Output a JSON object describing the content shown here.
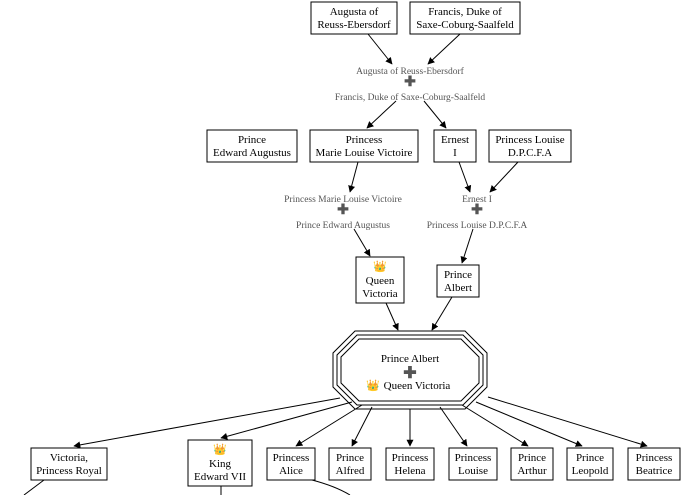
{
  "persons": {
    "augusta": [
      "Augusta of",
      "Reuss-Ebersdorf"
    ],
    "francis": [
      "Francis, Duke of",
      "Saxe-Coburg-Saalfeld"
    ],
    "edward_augustus": [
      "Prince",
      "Edward Augustus"
    ],
    "marie_louise": [
      "Princess",
      "Marie Louise Victoire"
    ],
    "ernest": [
      "Ernest",
      "I"
    ],
    "louise_dpcfa": [
      "Princess Louise",
      "D.P.C.F.A"
    ],
    "victoria": [
      "Queen",
      "Victoria"
    ],
    "albert": [
      "Prince",
      "Albert"
    ],
    "victoria_royal": [
      "Victoria,",
      "Princess Royal"
    ],
    "edward_vii": [
      "King",
      "Edward VII"
    ],
    "alice": [
      "Princess",
      "Alice"
    ],
    "alfred": [
      "Prince",
      "Alfred"
    ],
    "helena": [
      "Princess",
      "Helena"
    ],
    "louise": [
      "Princess",
      "Louise"
    ],
    "arthur": [
      "Prince",
      "Arthur"
    ],
    "leopold": [
      "Prince",
      "Leopold"
    ],
    "beatrice": [
      "Princess",
      "Beatrice"
    ]
  },
  "unions": {
    "augusta_francis": [
      "Augusta of Reuss-Ebersdorf",
      "Francis, Duke of Saxe-Coburg-Saalfeld"
    ],
    "marie_edward": [
      "Princess Marie Louise Victoire",
      "Prince Edward Augustus"
    ],
    "ernest_louise": [
      "Ernest I",
      "Princess Louise D.P.C.F.A"
    ],
    "albert_victoria": [
      "Prince Albert",
      "Queen Victoria"
    ]
  },
  "union_symbol": "✚",
  "crown_icon": "👑",
  "monarchs": [
    "victoria",
    "edward_vii"
  ]
}
